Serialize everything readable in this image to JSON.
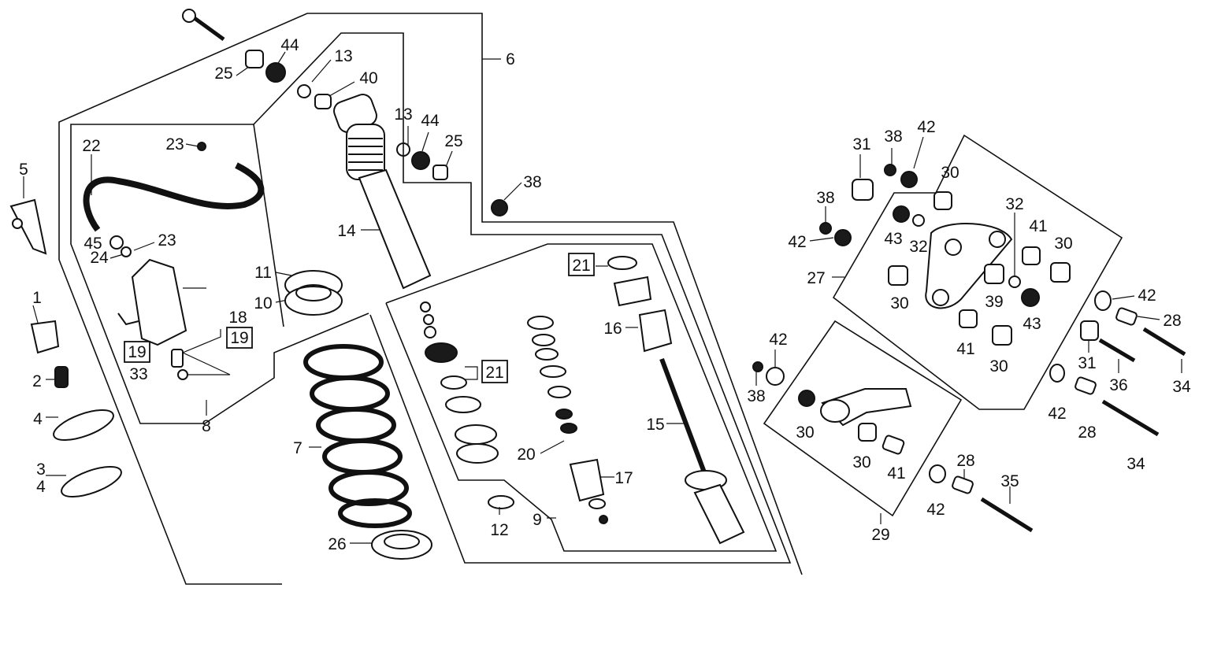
{
  "diagram": {
    "style": {
      "ink": "#111111",
      "paper": "#ffffff"
    },
    "callouts": [
      {
        "id": "c1",
        "text": "1"
      },
      {
        "id": "c2",
        "text": "2"
      },
      {
        "id": "c3",
        "text": "3"
      },
      {
        "id": "c4a",
        "text": "4"
      },
      {
        "id": "c4b",
        "text": "4"
      },
      {
        "id": "c5",
        "text": "5"
      },
      {
        "id": "c6",
        "text": "6"
      },
      {
        "id": "c7",
        "text": "7"
      },
      {
        "id": "c8",
        "text": "8"
      },
      {
        "id": "c9",
        "text": "9"
      },
      {
        "id": "c10",
        "text": "10"
      },
      {
        "id": "c11",
        "text": "11"
      },
      {
        "id": "c12",
        "text": "12"
      },
      {
        "id": "c13a",
        "text": "13"
      },
      {
        "id": "c13b",
        "text": "13"
      },
      {
        "id": "c14",
        "text": "14"
      },
      {
        "id": "c15",
        "text": "15"
      },
      {
        "id": "c16",
        "text": "16"
      },
      {
        "id": "c17",
        "text": "17"
      },
      {
        "id": "c18",
        "text": "18"
      },
      {
        "id": "c19a",
        "text": "19"
      },
      {
        "id": "c19b",
        "text": "19"
      },
      {
        "id": "c20",
        "text": "20"
      },
      {
        "id": "c21a",
        "text": "21"
      },
      {
        "id": "c21b",
        "text": "21"
      },
      {
        "id": "c22",
        "text": "22"
      },
      {
        "id": "c23a",
        "text": "23"
      },
      {
        "id": "c23b",
        "text": "23"
      },
      {
        "id": "c24",
        "text": "24"
      },
      {
        "id": "c25a",
        "text": "25"
      },
      {
        "id": "c25b",
        "text": "25"
      },
      {
        "id": "c26",
        "text": "26"
      },
      {
        "id": "c27",
        "text": "27"
      },
      {
        "id": "c28a",
        "text": "28"
      },
      {
        "id": "c28b",
        "text": "28"
      },
      {
        "id": "c28c",
        "text": "28"
      },
      {
        "id": "c29",
        "text": "29"
      },
      {
        "id": "c30a",
        "text": "30"
      },
      {
        "id": "c30b",
        "text": "30"
      },
      {
        "id": "c30c",
        "text": "30"
      },
      {
        "id": "c30d",
        "text": "30"
      },
      {
        "id": "c30e",
        "text": "30"
      },
      {
        "id": "c30f",
        "text": "30"
      },
      {
        "id": "c31a",
        "text": "31"
      },
      {
        "id": "c31b",
        "text": "31"
      },
      {
        "id": "c32a",
        "text": "32"
      },
      {
        "id": "c32b",
        "text": "32"
      },
      {
        "id": "c33",
        "text": "33"
      },
      {
        "id": "c34a",
        "text": "34"
      },
      {
        "id": "c34b",
        "text": "34"
      },
      {
        "id": "c35",
        "text": "35"
      },
      {
        "id": "c36",
        "text": "36"
      },
      {
        "id": "c38a",
        "text": "38"
      },
      {
        "id": "c38b",
        "text": "38"
      },
      {
        "id": "c38c",
        "text": "38"
      },
      {
        "id": "c38d",
        "text": "38"
      },
      {
        "id": "c39",
        "text": "39"
      },
      {
        "id": "c40",
        "text": "40"
      },
      {
        "id": "c41a",
        "text": "41"
      },
      {
        "id": "c41b",
        "text": "41"
      },
      {
        "id": "c41c",
        "text": "41"
      },
      {
        "id": "c42a",
        "text": "42"
      },
      {
        "id": "c42b",
        "text": "42"
      },
      {
        "id": "c42c",
        "text": "42"
      },
      {
        "id": "c42d",
        "text": "42"
      },
      {
        "id": "c42e",
        "text": "42"
      },
      {
        "id": "c42f",
        "text": "42"
      },
      {
        "id": "c43a",
        "text": "43"
      },
      {
        "id": "c43b",
        "text": "43"
      },
      {
        "id": "c44a",
        "text": "44"
      },
      {
        "id": "c44b",
        "text": "44"
      },
      {
        "id": "c45",
        "text": "45"
      }
    ]
  }
}
